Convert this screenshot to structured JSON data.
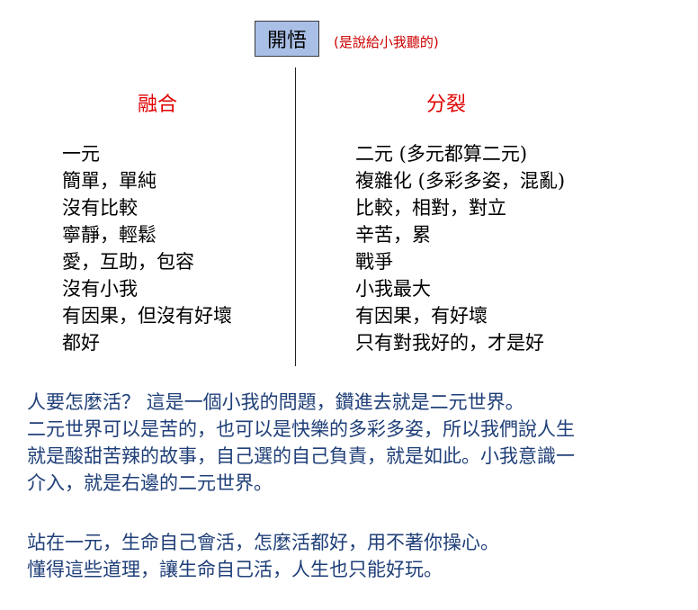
{
  "title": "開悟",
  "subtitle": "(是說給小我聽的)",
  "columns": {
    "left": {
      "heading": "融合",
      "items": [
        "一元",
        "簡單，單純",
        "沒有比較",
        "寧靜，輕鬆",
        "愛，互助，包容",
        "沒有小我",
        "有因果，但沒有好壞",
        "都好"
      ]
    },
    "right": {
      "heading": "分裂",
      "items": [
        "二元 (多元都算二元)",
        "複雜化 (多彩多姿，混亂)",
        "比較，相對，對立",
        "辛苦，累",
        "戰爭",
        "小我最大",
        "有因果，有好壞",
        "只有對我好的，才是好"
      ]
    }
  },
  "paragraphs": [
    {
      "lines": [
        "人要怎麼活？ 這是一個小我的問題，鑽進去就是二元世界。",
        "二元世界可以是苦的，也可以是快樂的多彩多姿，所以我們說人生",
        "就是酸甜苦辣的故事，自己選的自己負責，就是如此。小我意識一",
        "介入，就是右邊的二元世界。"
      ]
    },
    {
      "lines": [
        "站在一元，生命自己會活，怎麼活都好，用不著你操心。",
        "懂得這些道理，讓生命自己活，人生也只能好玩。"
      ]
    }
  ],
  "colors": {
    "title_box_bg": "#a9bfe6",
    "subtitle": "#cc0000",
    "heading": "#e00000",
    "paragraph": "#1f3f78"
  }
}
